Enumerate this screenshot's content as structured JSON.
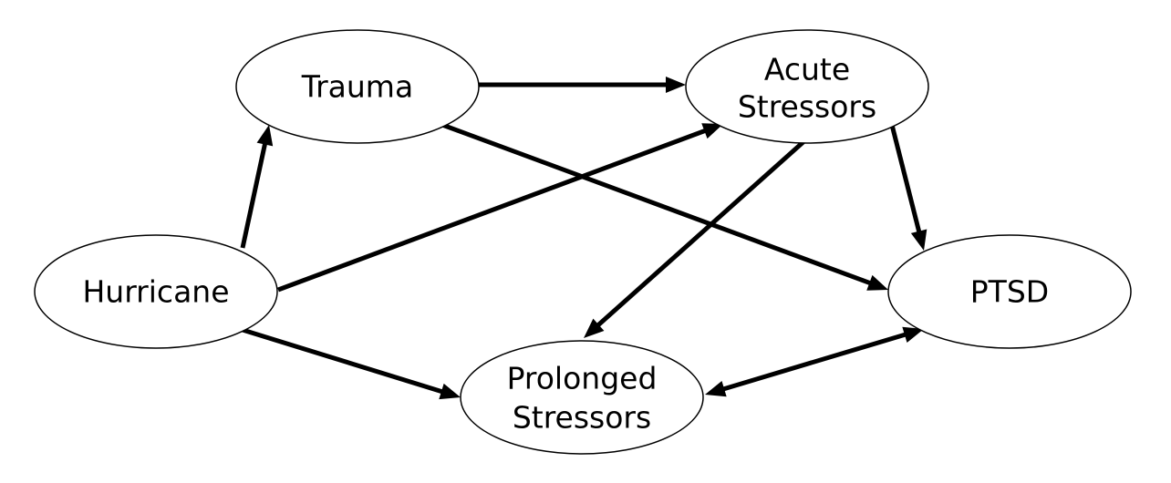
{
  "nodes": {
    "hurricane": {
      "lines": [
        "Hurricane"
      ]
    },
    "trauma": {
      "lines": [
        "Trauma"
      ]
    },
    "acute": {
      "lines": [
        "Acute",
        "Stressors"
      ]
    },
    "prolonged": {
      "lines": [
        "Prolonged",
        "Stressors"
      ]
    },
    "ptsd": {
      "lines": [
        "PTSD"
      ]
    }
  },
  "edges": [
    {
      "from": "trauma",
      "to": "acute",
      "bidirectional": false
    },
    {
      "from": "hurricane",
      "to": "trauma",
      "bidirectional": false
    },
    {
      "from": "hurricane",
      "to": "acute",
      "bidirectional": false
    },
    {
      "from": "hurricane",
      "to": "prolonged",
      "bidirectional": false
    },
    {
      "from": "trauma",
      "to": "ptsd",
      "bidirectional": false
    },
    {
      "from": "acute",
      "to": "ptsd",
      "bidirectional": false
    },
    {
      "from": "acute",
      "to": "prolonged",
      "bidirectional": false
    },
    {
      "from": "prolonged",
      "to": "ptsd",
      "bidirectional": true
    }
  ]
}
